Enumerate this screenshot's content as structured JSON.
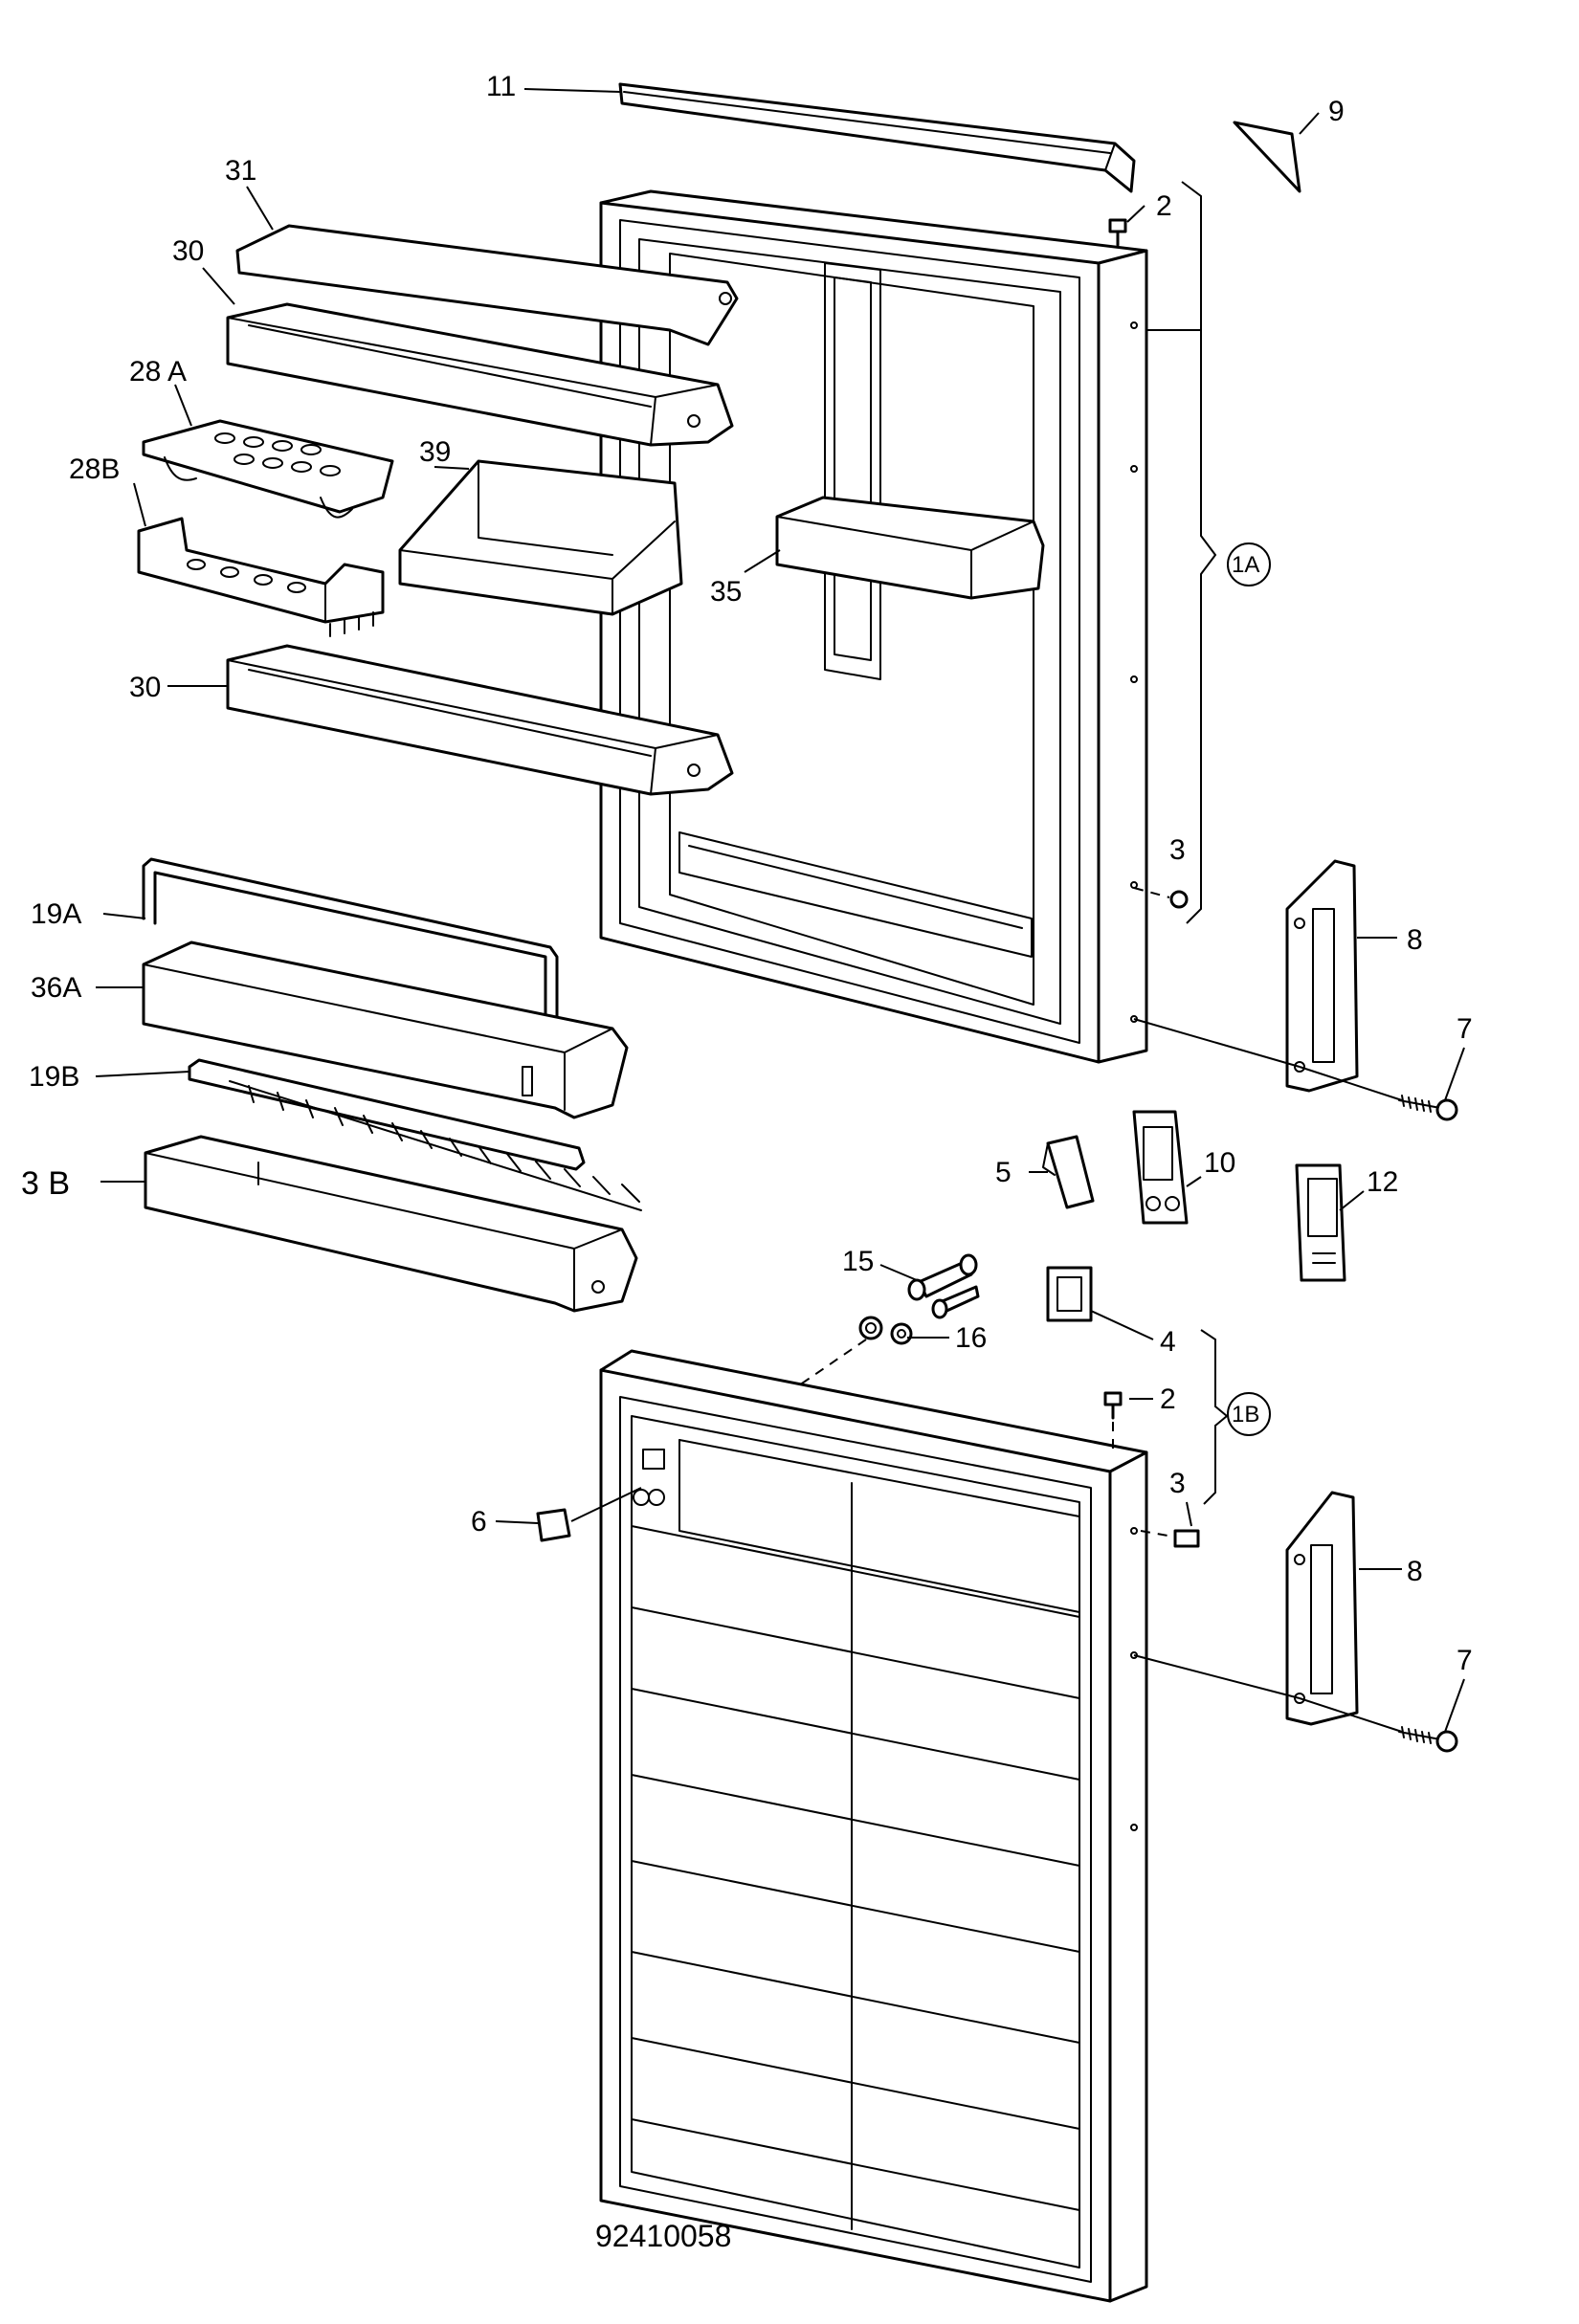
{
  "drawing_number": "92410058",
  "labels": {
    "p11": "11",
    "p9": "9",
    "p31": "31",
    "p2a": "2",
    "p30a": "30",
    "p28a": "28 A",
    "p28b": "28B",
    "p39": "39",
    "p35": "35",
    "g1a": "1A",
    "p30b": "30",
    "p3a": "3",
    "p19a": "19A",
    "p8a": "8",
    "p36a": "36A",
    "p7a": "7",
    "p19b": "19B",
    "p5": "5",
    "p10": "10",
    "p12": "12",
    "p3b": "3  B",
    "p15": "15",
    "p4": "4",
    "p16": "16",
    "p2b": "2",
    "g1b": "1B",
    "p3c": "3",
    "p6": "6",
    "p8b": "8",
    "p7b": "7"
  }
}
